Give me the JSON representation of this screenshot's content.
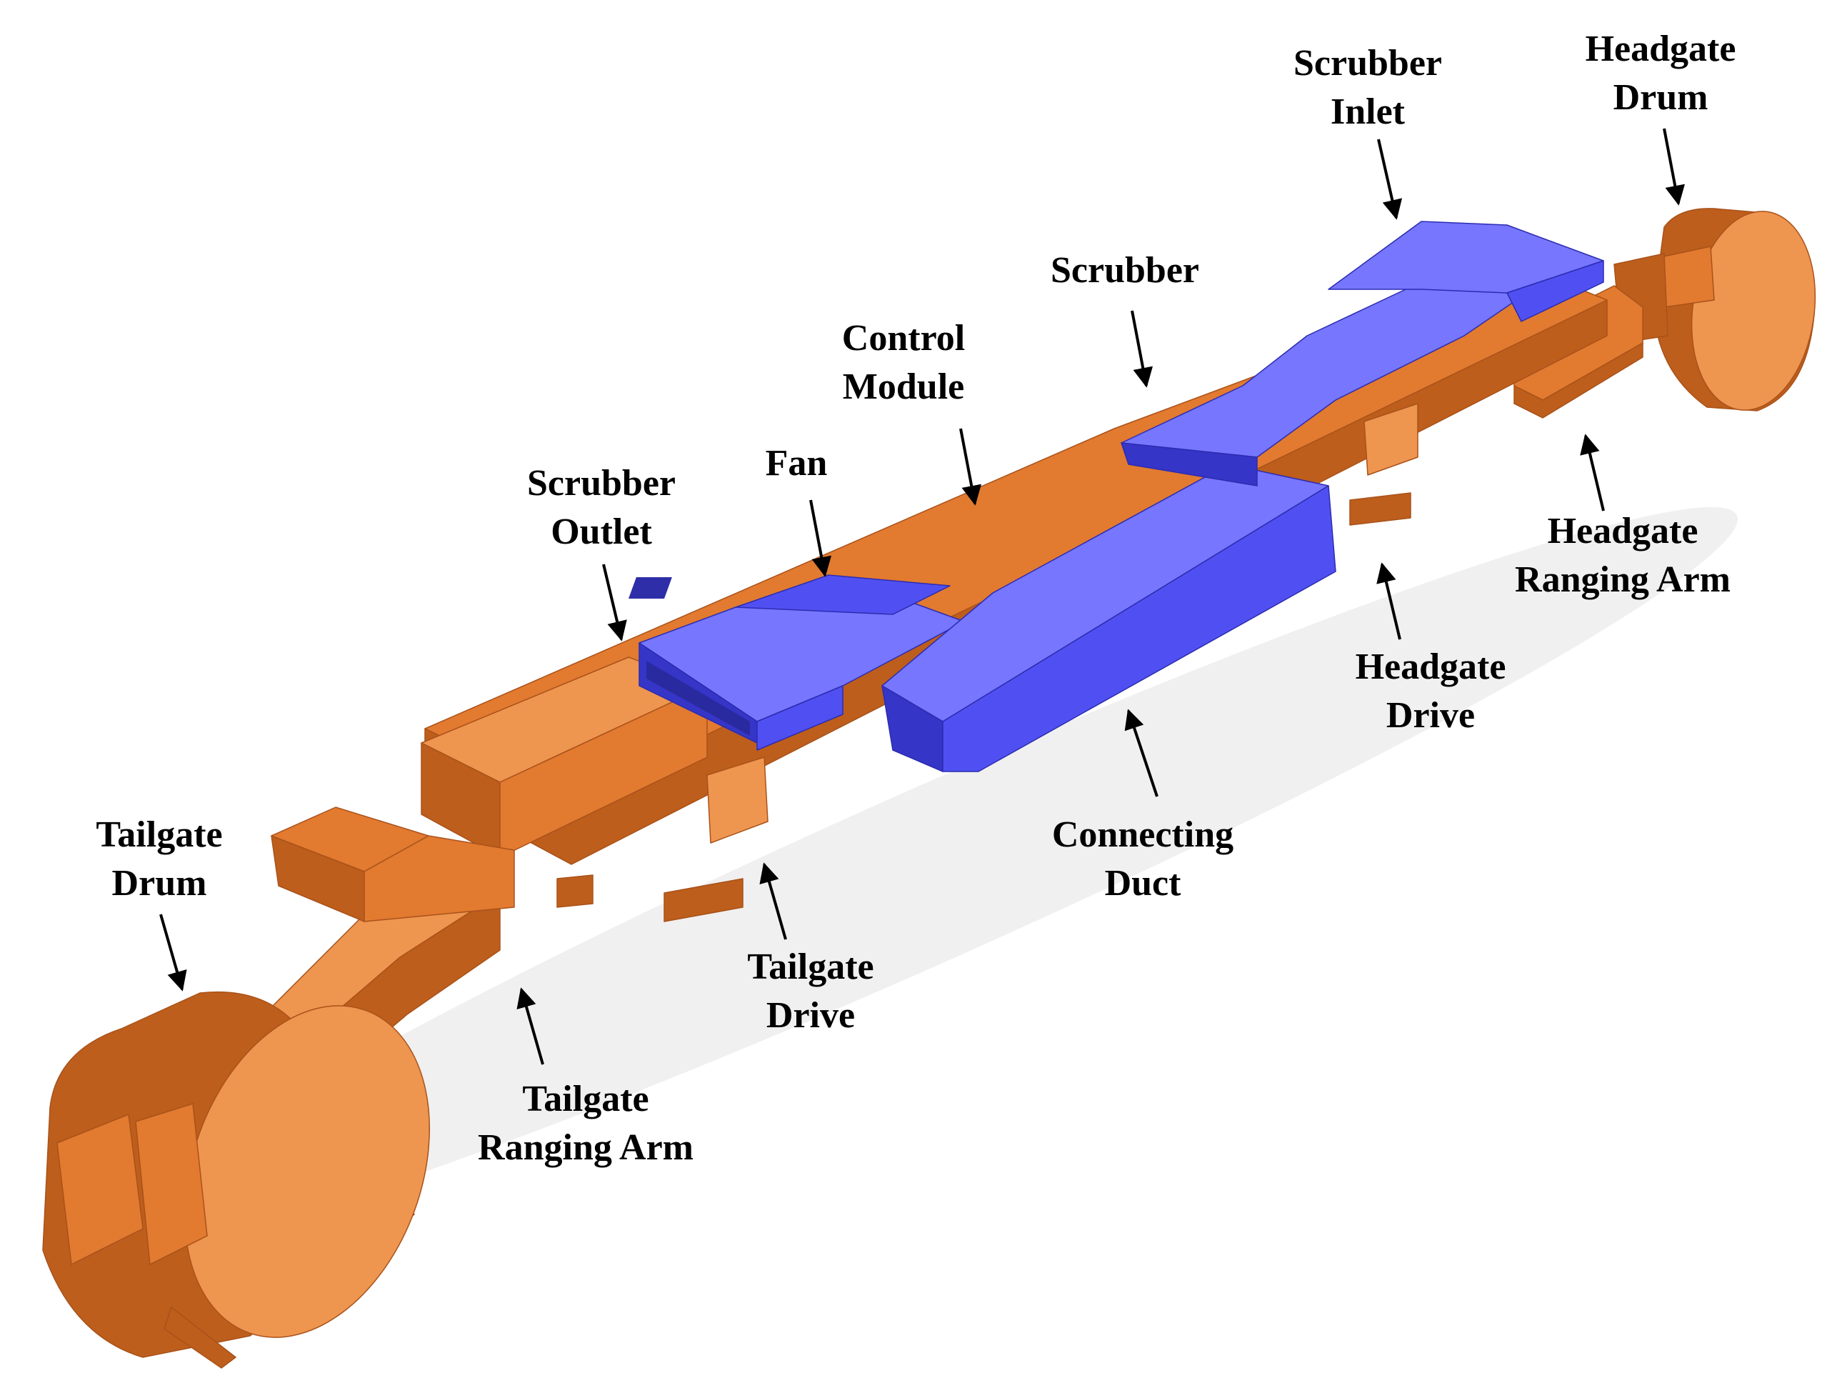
{
  "colors": {
    "orange": "#e27a30",
    "orange_dark": "#bd5e1c",
    "orange_light": "#ee9550",
    "blue": "#5050f2",
    "blue_dark": "#3535c8",
    "blue_light": "#7676ff",
    "arrow": "#000000"
  },
  "labels": {
    "scrubber_inlet": "Scrubber\nInlet",
    "headgate_drum": "Headgate\nDrum",
    "scrubber": "Scrubber",
    "control_module": "Control\nModule",
    "fan": "Fan",
    "scrubber_outlet": "Scrubber\nOutlet",
    "headgate_ranging_arm": "Headgate\nRanging Arm",
    "headgate_drive": "Headgate\nDrive",
    "connecting_duct": "Connecting\nDuct",
    "tailgate_drum": "Tailgate\nDrum",
    "tailgate_drive": "Tailgate\nDrive",
    "tailgate_ranging_arm": "Tailgate\nRanging Arm"
  }
}
